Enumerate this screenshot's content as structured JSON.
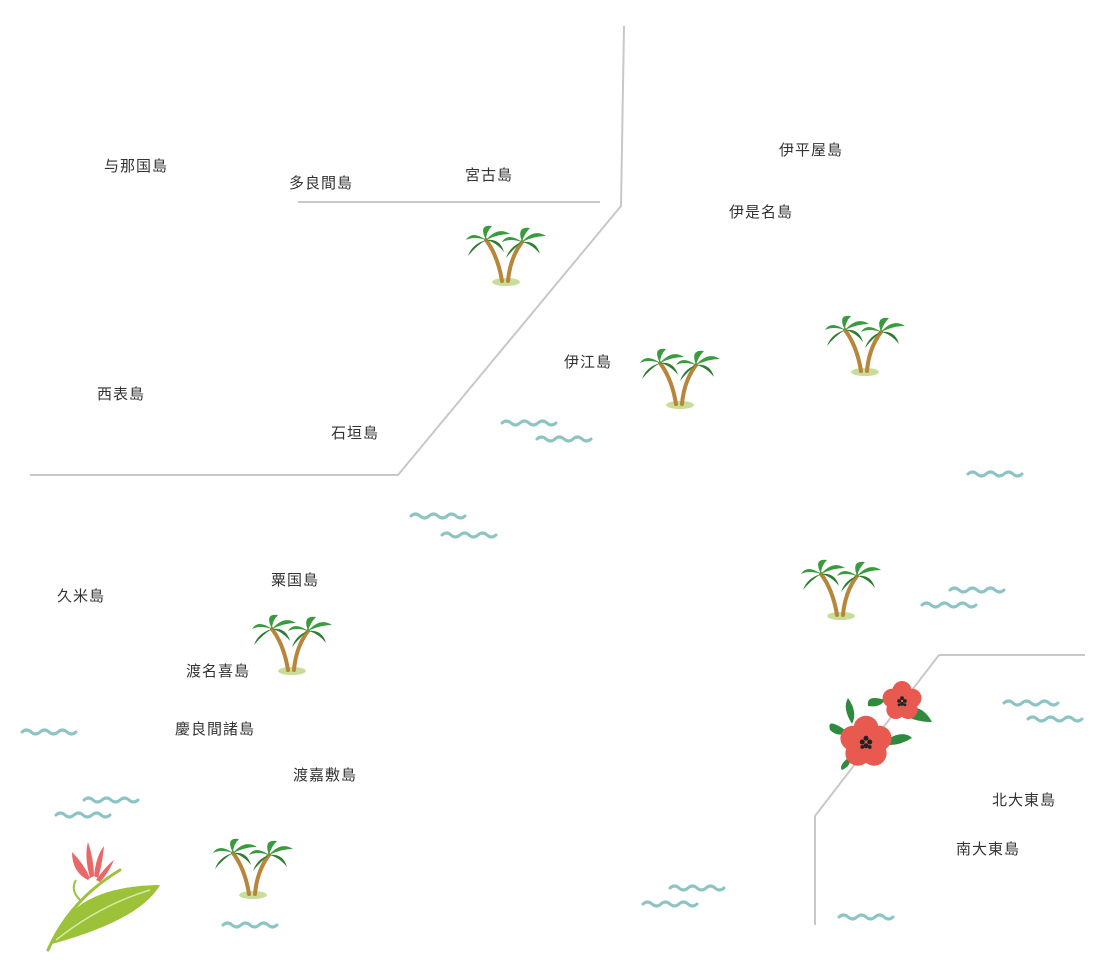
{
  "colors": {
    "background": "#ffffff",
    "label_text": "#333333",
    "divider_line": "#c8c8c8",
    "wave": "#8cc4c4",
    "palm_leaf": "#3a9a3e",
    "palm_leaf_dark": "#2e7d32",
    "palm_trunk": "#b8863a",
    "island_sand": "#c9dd9a",
    "hibiscus_petal": "#e85a4f",
    "hibiscus_leaf": "#2e8b3e",
    "bird_of_paradise_leaf": "#9cc23a",
    "bird_of_paradise_flower": "#e8686a"
  },
  "map": {
    "islands": [
      {
        "id": "yonaguni",
        "label": "与那国島"
      },
      {
        "id": "tarama",
        "label": "多良間島"
      },
      {
        "id": "miyako",
        "label": "宮古島"
      },
      {
        "id": "iheya",
        "label": "伊平屋島"
      },
      {
        "id": "izena",
        "label": "伊是名島"
      },
      {
        "id": "ie",
        "label": "伊江島"
      },
      {
        "id": "iriomote",
        "label": "西表島"
      },
      {
        "id": "ishigaki",
        "label": "石垣島"
      },
      {
        "id": "aguni",
        "label": "粟国島"
      },
      {
        "id": "kume",
        "label": "久米島"
      },
      {
        "id": "tonaki",
        "label": "渡名喜島"
      },
      {
        "id": "kerama",
        "label": "慶良間諸島"
      },
      {
        "id": "tokashiki",
        "label": "渡嘉敷島"
      },
      {
        "id": "kitadaito",
        "label": "北大東島"
      },
      {
        "id": "minamidaito",
        "label": "南大東島"
      }
    ],
    "decorations": [
      {
        "id": "palm-miyako",
        "icon": "palm-tree-icon"
      },
      {
        "id": "palm-ie",
        "icon": "palm-tree-icon"
      },
      {
        "id": "palm-north",
        "icon": "palm-tree-icon"
      },
      {
        "id": "palm-east",
        "icon": "palm-tree-icon"
      },
      {
        "id": "palm-aguni",
        "icon": "palm-tree-icon"
      },
      {
        "id": "palm-south",
        "icon": "palm-tree-icon"
      },
      {
        "id": "hibiscus",
        "icon": "hibiscus-icon"
      },
      {
        "id": "bird-of-paradise",
        "icon": "bird-of-paradise-icon"
      },
      {
        "id": "waves",
        "icon": "wave-icon"
      }
    ]
  }
}
